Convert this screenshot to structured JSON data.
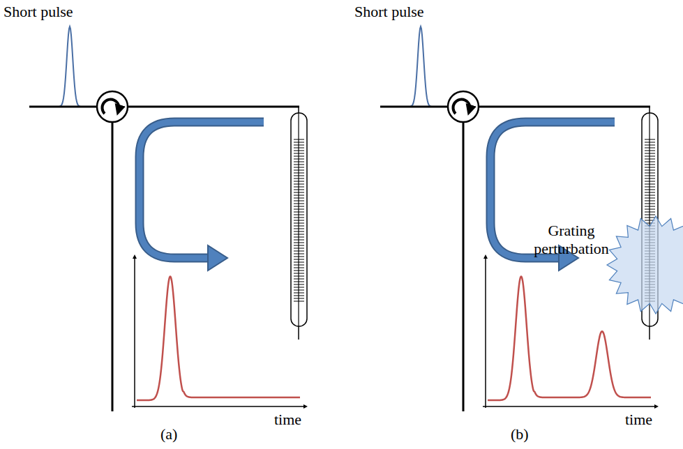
{
  "diagram": {
    "labels": [
      "Short pulse",
      "time",
      "(a)",
      "Short pulse",
      "Grating perturbation",
      "time",
      "(b)"
    ]
  }
}
